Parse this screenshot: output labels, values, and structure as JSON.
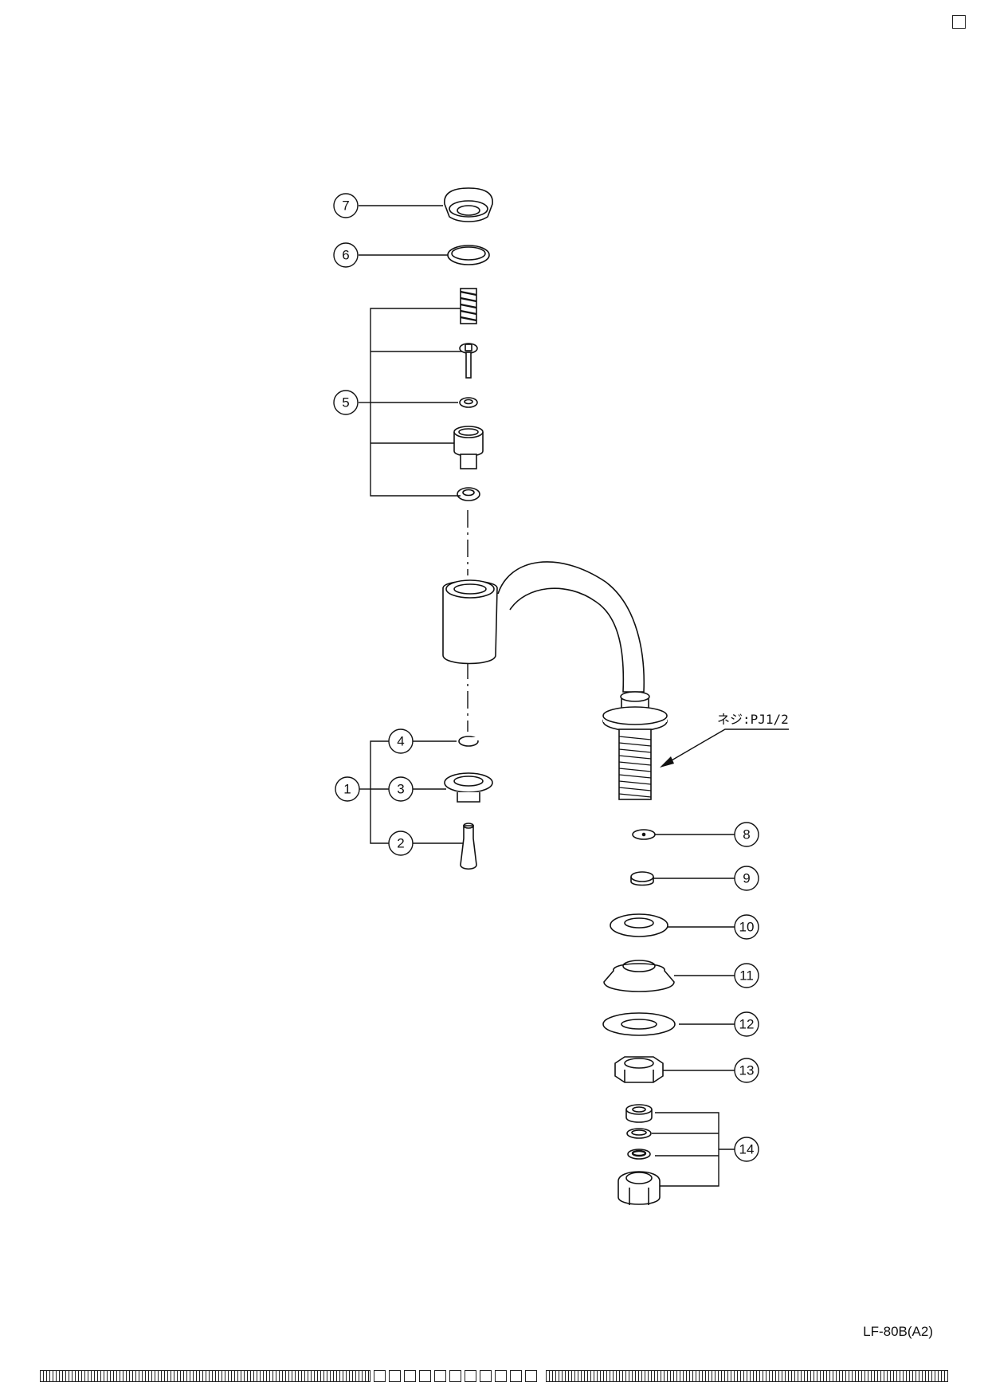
{
  "callouts": [
    "1",
    "2",
    "3",
    "4",
    "5",
    "6",
    "7",
    "8",
    "9",
    "10",
    "11",
    "12",
    "13",
    "14"
  ],
  "thread_label": "ネジ:PJ1/2",
  "model_code": "LF-80B(A2)"
}
